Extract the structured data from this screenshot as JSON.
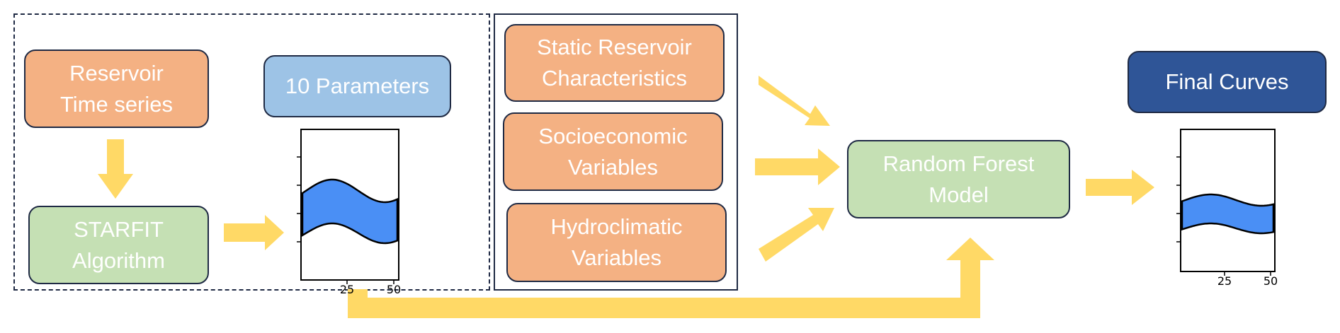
{
  "colors": {
    "orange": "#f4b183",
    "green": "#c5e0b4",
    "light_blue": "#9dc3e6",
    "dark_blue": "#2f5597",
    "arrow_yellow": "#ffd966",
    "band_blue": "#4a8ff5",
    "border_navy": "#1f2a44"
  },
  "left_group": {
    "reservoir_time_series": {
      "line1": "Reservoir",
      "line2": "Time series"
    },
    "starfit_algorithm": {
      "line1": "STARFIT",
      "line2": "Algorithm"
    },
    "parameters": {
      "label": "10 Parameters"
    },
    "parameter_plot": {
      "x_ticks": [
        "25",
        "50"
      ]
    }
  },
  "inputs_group": {
    "static_characteristics": {
      "line1": "Static Reservoir",
      "line2": "Characteristics"
    },
    "socioeconomic": {
      "line1": "Socioeconomic",
      "line2": "Variables"
    },
    "hydroclimatic": {
      "line1": "Hydroclimatic",
      "line2": "Variables"
    }
  },
  "model": {
    "line1": "Random Forest",
    "line2": "Model"
  },
  "output": {
    "final_curves": {
      "label": "Final Curves"
    },
    "final_plot": {
      "x_ticks": [
        "25",
        "50"
      ]
    }
  }
}
